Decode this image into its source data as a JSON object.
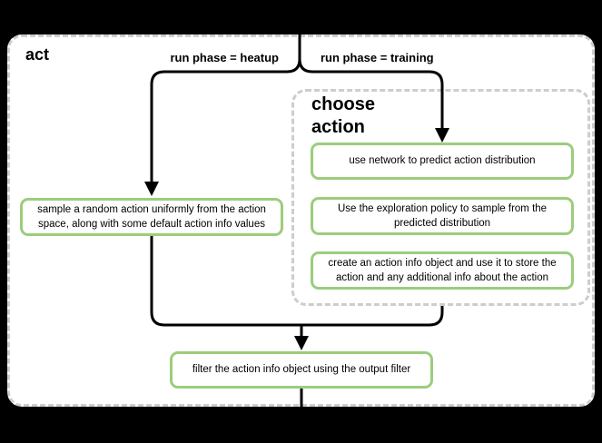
{
  "diagram": {
    "type": "flowchart",
    "title": "act",
    "colors": {
      "background": "#000000",
      "surface": "#ffffff",
      "node_border": "#9bcd7c",
      "group_border": "#cdcdcd",
      "connector": "#000000",
      "text": "#000000"
    },
    "branches": {
      "heatup_label": "run phase = heatup",
      "training_label": "run phase = training"
    },
    "group": {
      "title": "choose action"
    },
    "nodes": {
      "sample_random": "sample a random action uniformly from the action space, along with some default action info values",
      "use_network": "use network to predict action distribution",
      "exploration_policy": "Use the exploration policy to sample from the predicted distribution",
      "create_action_info": "create an action info object and use it to store the action and any additional info about the action",
      "filter_output": "filter the action info object using the output filter"
    }
  }
}
